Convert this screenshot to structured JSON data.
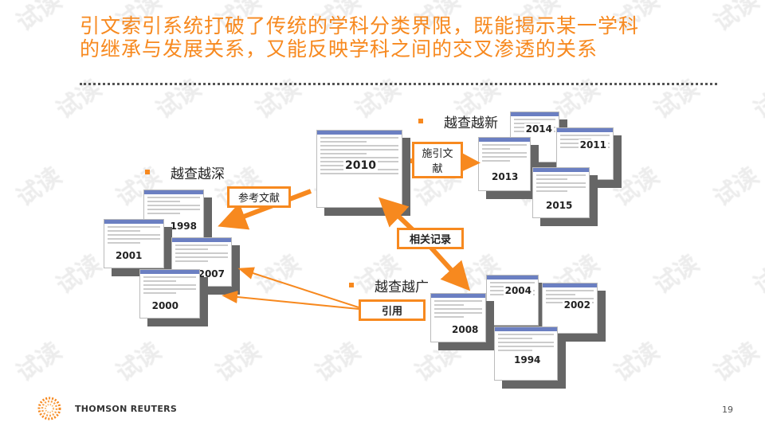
{
  "title": "引文索引系统打破了传统的学科分类界限，既能揭示某一学科的继承与发展关系，又能反映学科之间的交叉渗透的关系",
  "bullets": {
    "newer": "越查越新",
    "deeper": "越查越深",
    "broader": "越查越广"
  },
  "labels": {
    "citing": "施引文献",
    "references": "参考文献",
    "related": "相关记录",
    "cited": "引用"
  },
  "years": {
    "center": "2010",
    "y1998": "1998",
    "y2001": "2001",
    "y2007": "2007",
    "y2000": "2000",
    "y2014": "2014",
    "y2011": "2011",
    "y2013": "2013",
    "y2015": "2015",
    "y2004": "2004",
    "y2002": "2002",
    "y2008": "2008",
    "y1994": "1994"
  },
  "footer": {
    "logo": "THOMSON REUTERS",
    "page": "19"
  },
  "watermark": "试读",
  "colors": {
    "accent": "#f7891f"
  }
}
